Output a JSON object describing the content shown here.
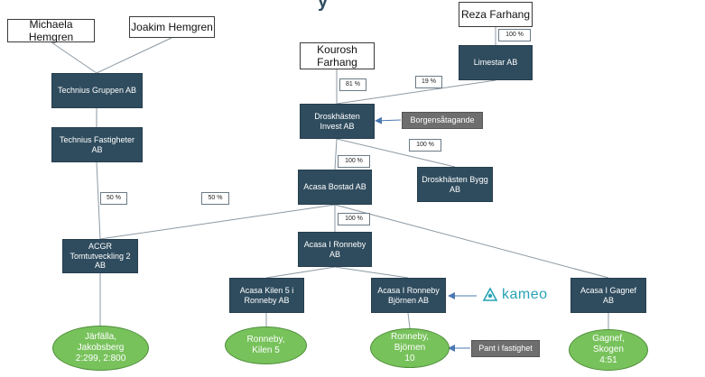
{
  "title_glyph": "y",
  "persons": {
    "michaela": "Michaela\nHemgren",
    "joakim": "Joakim Hemgren",
    "reza": "Reza Farhang",
    "kourosh": "Kourosh\nFarhang"
  },
  "companies": {
    "technius_gruppen": "Technius Gruppen AB",
    "technius_fastigheter": "Technius Fastigheter\nAB",
    "limestar": "Limestar AB",
    "droskhasten_invest": "Droskhästen\nInvest AB",
    "droskhasten_bygg": "Droskhästen Bygg\nAB",
    "acasa_bostad": "Acasa Bostad AB",
    "acgr": "ACGR\nTomtutveckling 2\nAB",
    "acasa_ronneby": "Acasa I Ronneby\nAB",
    "acasa_kilen": "Acasa Kilen 5 i\nRonneby AB",
    "acasa_ronneby_bjornen": "Acasa I Ronneby\nBjörnen AB",
    "acasa_gagnef": "Acasa I Gagnef\nAB"
  },
  "percentages": {
    "reza_limestar": "100 %",
    "kourosh_droskhasten": "81 %",
    "limestar_droskhasten": "19 %",
    "droskhasten_acasa": "100 %",
    "droskhasten_bygg": "100 %",
    "acasa_ronneby": "100 %",
    "technius_acgr": "50 %",
    "acasa_acgr": "50 %"
  },
  "notes": {
    "borgen": "Borgensåtagande",
    "pant": "Pant i fastighet"
  },
  "properties": {
    "jarfalla": "Järfälla,\nJakobsberg\n2:299, 2:800",
    "kilen": "Ronneby,\nKilen 5",
    "bjornen": "Ronneby,\nBjörnen\n10",
    "gagnef": "Gagnef,\nSkogen\n4:51"
  },
  "logo": {
    "text": "kameo",
    "icon": "kameo-logo-icon",
    "color": "#27a3b6"
  },
  "colors": {
    "company": "#2f4c5e",
    "property": "#78c25c",
    "note": "#6e6e6e",
    "arrow": "#4a78b0",
    "line": "#8c99a3"
  }
}
